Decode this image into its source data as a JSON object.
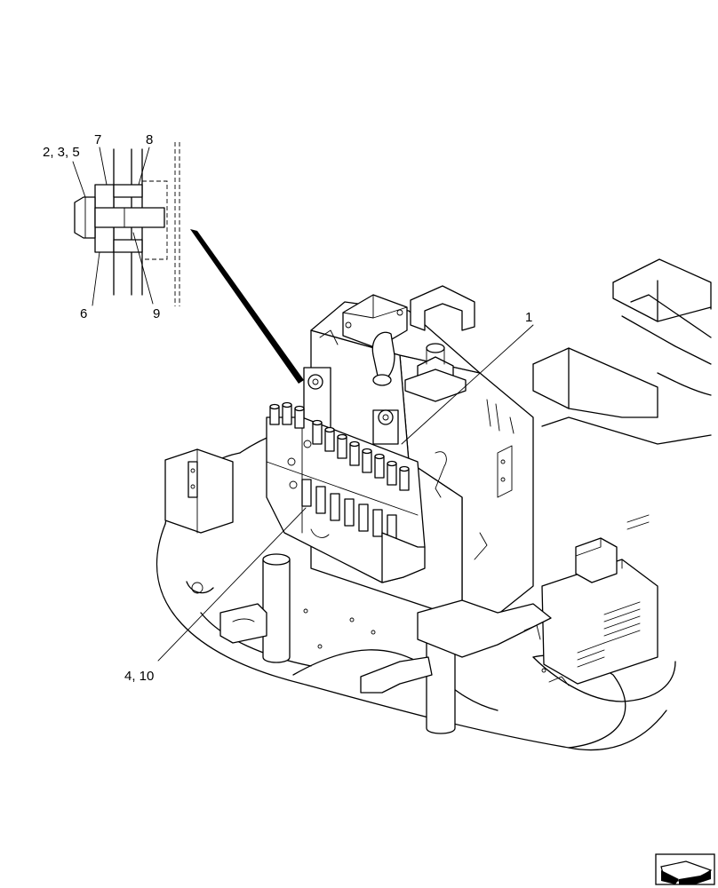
{
  "callouts": {
    "c1": "1",
    "c235": "2, 3, 5",
    "c6": "6",
    "c7": "7",
    "c8": "8",
    "c9": "9",
    "c410": "4, 10"
  },
  "icons": {
    "nav": "next-page-arrow-icon"
  }
}
